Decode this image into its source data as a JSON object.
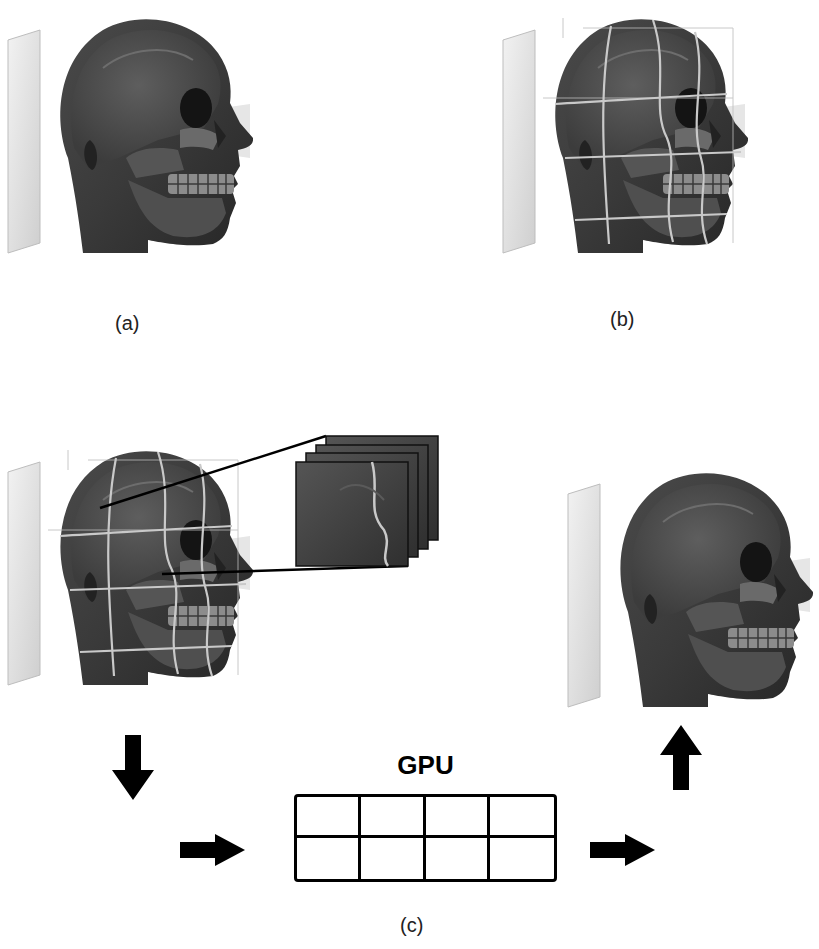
{
  "diagram": {
    "nodes": [
      {
        "text": [
          "GPU"
        ]
      }
    ],
    "labels": [
      "(a)",
      "(b)",
      "(c)"
    ]
  }
}
